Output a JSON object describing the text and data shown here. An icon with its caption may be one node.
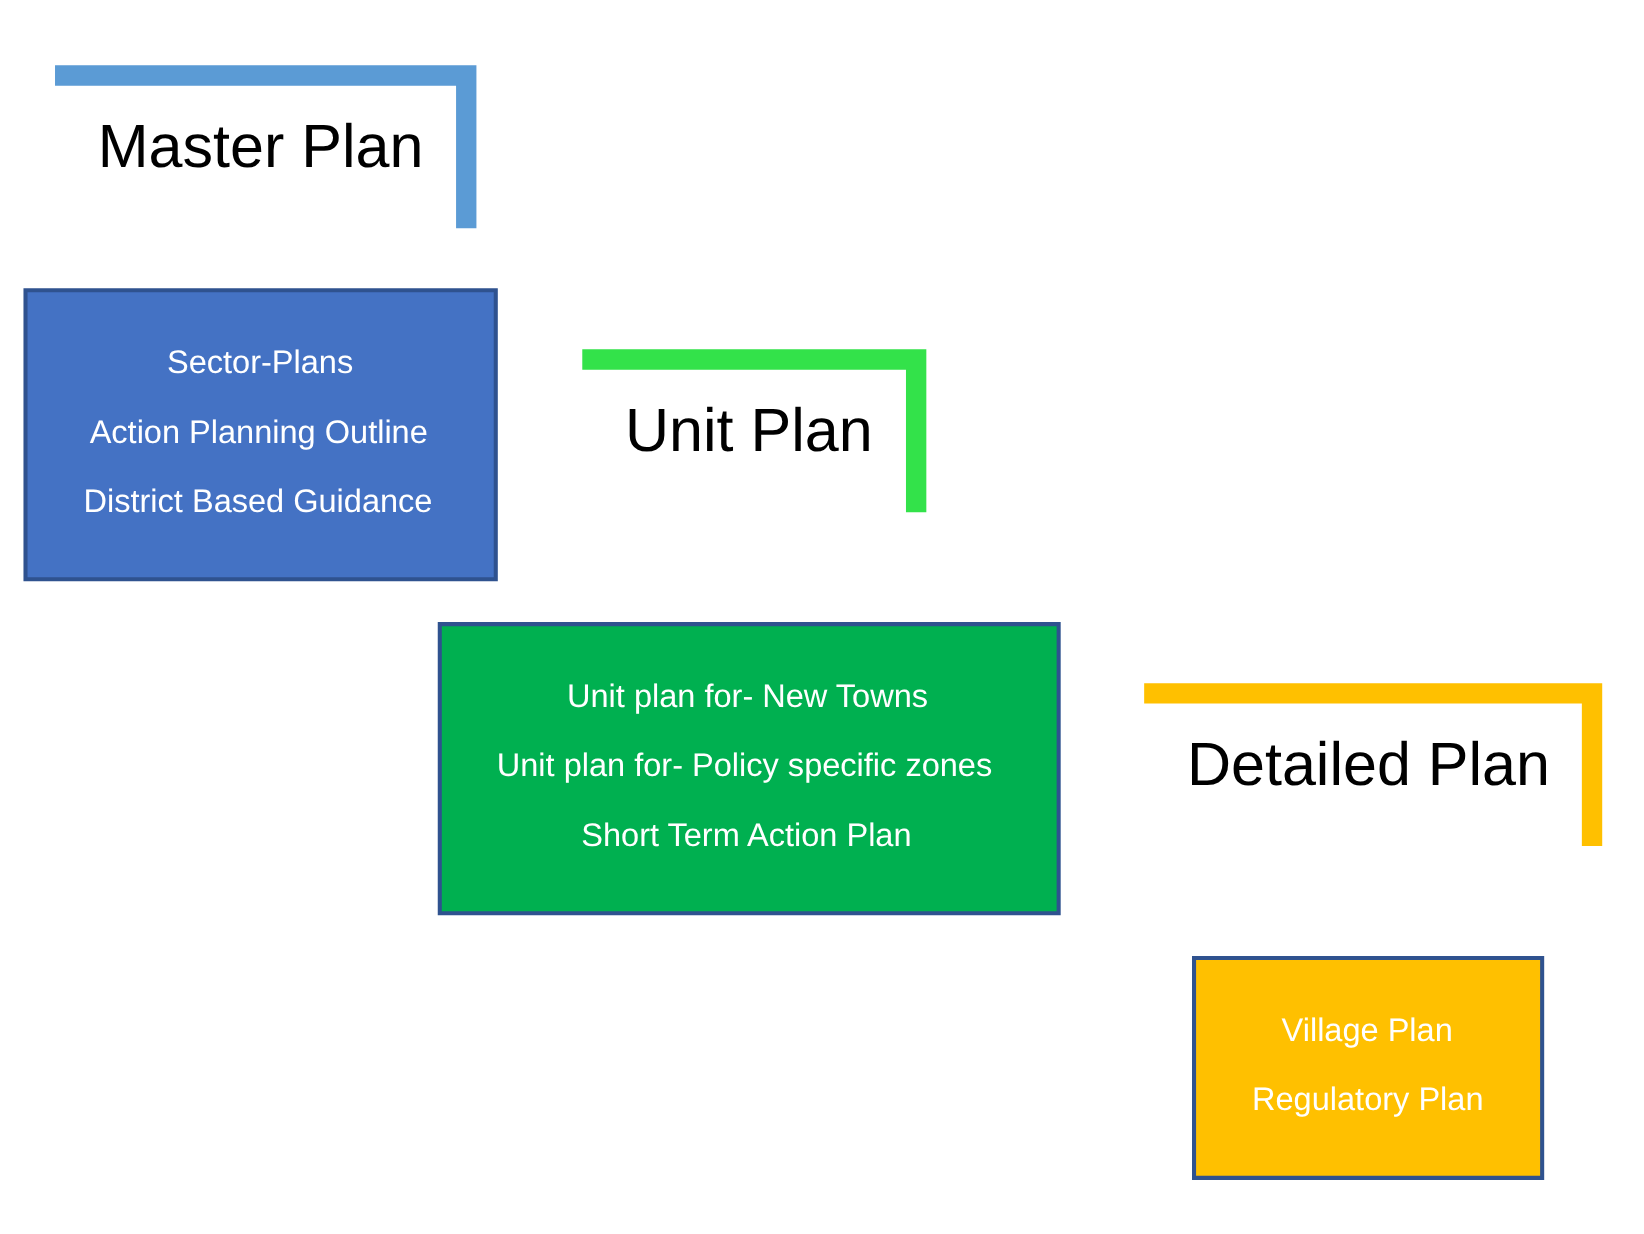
{
  "diagram": {
    "nodes": [
      {
        "text": [
          "Master Plan"
        ]
      },
      {
        "text": [
          "Sector-Plans",
          "Action Planning Outline",
          "District Based Guidance"
        ]
      },
      {
        "text": [
          "Unit Plan"
        ]
      },
      {
        "text": [
          "Unit plan for- New Towns",
          "Unit plan for- Policy specific zones",
          "Short Term Action Plan"
        ]
      },
      {
        "text": [
          "Detailed Plan"
        ]
      },
      {
        "text": [
          "Village Plan",
          "Regulatory Plan"
        ]
      }
    ]
  }
}
